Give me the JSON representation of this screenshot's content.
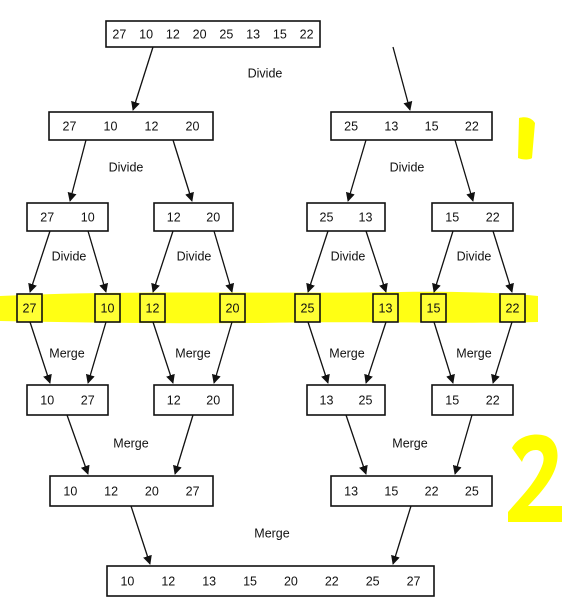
{
  "colors": {
    "highlight": "#ffff00",
    "box_stroke": "#111111",
    "text": "#111111"
  },
  "levels": {
    "level0": [
      [
        "27",
        "10",
        "12",
        "20",
        "25",
        "13",
        "15",
        "22"
      ]
    ],
    "level1": [
      [
        "27",
        "10",
        "12",
        "20"
      ],
      [
        "25",
        "13",
        "15",
        "22"
      ]
    ],
    "level2": [
      [
        "27",
        "10"
      ],
      [
        "12",
        "20"
      ],
      [
        "25",
        "13"
      ],
      [
        "15",
        "22"
      ]
    ],
    "level3": [
      [
        "27"
      ],
      [
        "10"
      ],
      [
        "12"
      ],
      [
        "20"
      ],
      [
        "25"
      ],
      [
        "13"
      ],
      [
        "15"
      ],
      [
        "22"
      ]
    ],
    "level4": [
      [
        "10",
        "27"
      ],
      [
        "12",
        "20"
      ],
      [
        "13",
        "25"
      ],
      [
        "15",
        "22"
      ]
    ],
    "level5": [
      [
        "10",
        "12",
        "20",
        "27"
      ],
      [
        "13",
        "15",
        "22",
        "25"
      ]
    ],
    "level6": [
      [
        "10",
        "12",
        "13",
        "15",
        "20",
        "22",
        "25",
        "27"
      ]
    ]
  },
  "labels": {
    "divide0": "Divide",
    "divide1": [
      "Divide",
      "Divide"
    ],
    "divide2": [
      "Divide",
      "Divide",
      "Divide",
      "Divide"
    ],
    "merge3": [
      "Merge",
      "Merge",
      "Merge",
      "Merge"
    ],
    "merge4": [
      "Merge",
      "Merge"
    ],
    "merge5": "Merge"
  },
  "annotations": {
    "mark_top": "highlight-stroke",
    "mark_bottom": "digit-2"
  }
}
